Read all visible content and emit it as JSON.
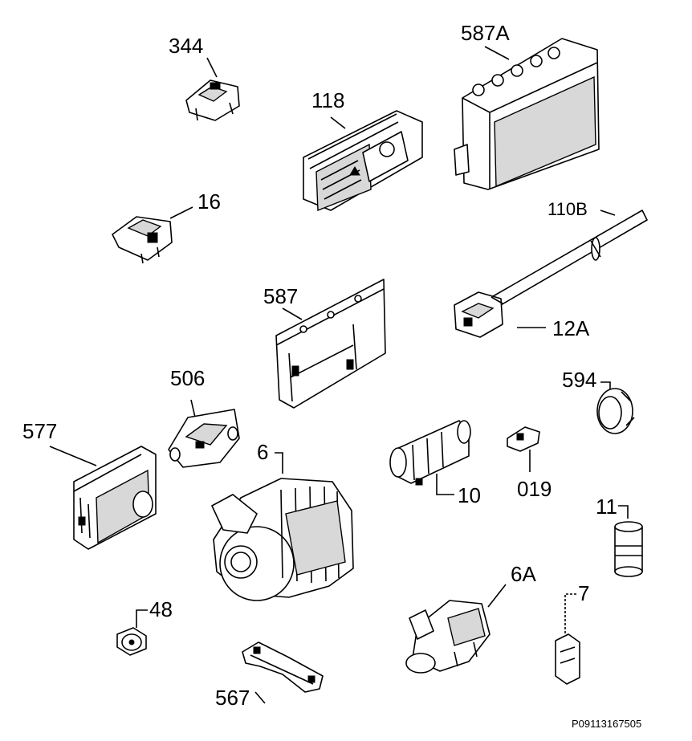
{
  "labels": {
    "l344": "344",
    "l587A": "587A",
    "l118": "118",
    "l16": "16",
    "l110B": "110B",
    "l587": "587",
    "l12A": "12A",
    "l506": "506",
    "l594": "594",
    "l577": "577",
    "l6": "6",
    "l10": "10",
    "l019": "019",
    "l11": "11",
    "l48": "48",
    "l6A": "6A",
    "l7": "7",
    "l567": "567"
  },
  "drawing_code": "P09113167505"
}
